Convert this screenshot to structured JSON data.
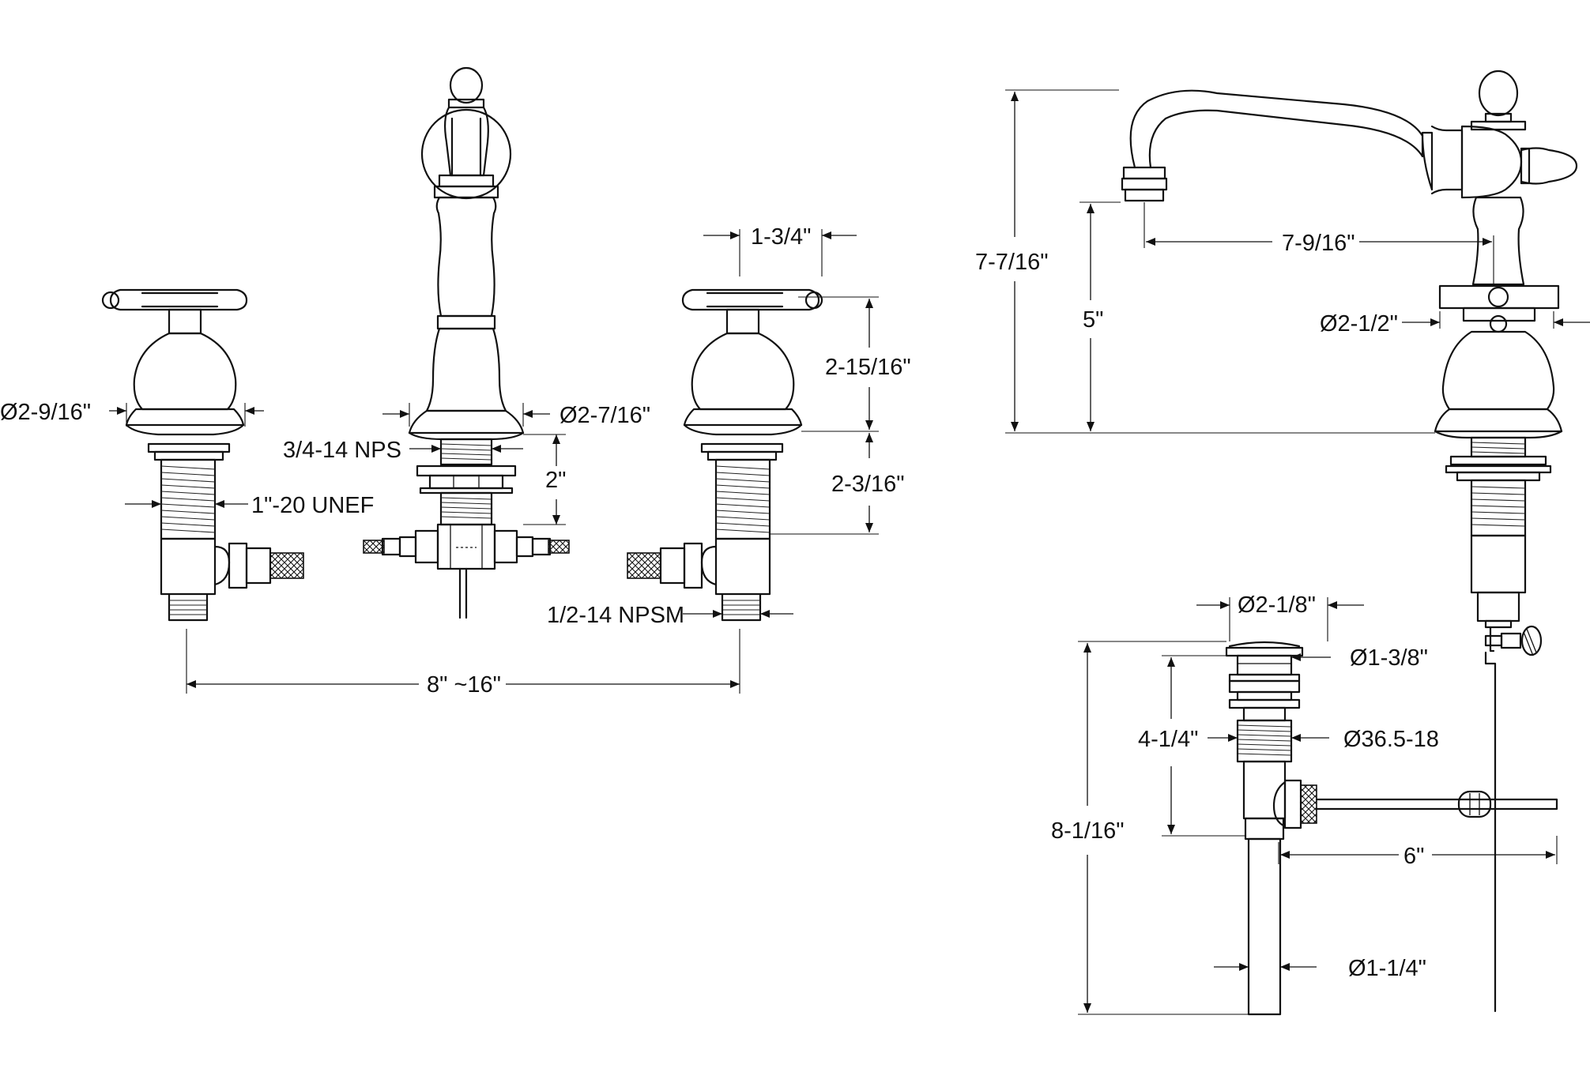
{
  "labels": {
    "handle_dia": "Ø2-9/16\"",
    "shank_thread": "1\"-20 UNEF",
    "spout_thread": "3/4-14 NPS",
    "spout_base_dia": "Ø2-7/16\"",
    "spout_depth": "2\"",
    "handle_width": "1-3/4\"",
    "handle_height": "2-15/16\"",
    "valve_depth": "2-3/16\"",
    "outlet_thread": "1/2-14 NPSM",
    "spread": "8\" ~16\"",
    "faucet_height": "7-7/16\"",
    "spout_reach": "7-9/16\"",
    "spout_clearance": "5\"",
    "spout_body_dia": "Ø2-1/2\"",
    "drain_flange_dia": "Ø2-1/8\"",
    "drain_stopper_dia": "Ø1-3/8\"",
    "drain_body_height": "4-1/4\"",
    "drain_thread": "Ø36.5-18",
    "drain_total_height": "8-1/16\"",
    "pivot_rod_length": "6\"",
    "tailpiece_dia": "Ø1-1/4\""
  }
}
